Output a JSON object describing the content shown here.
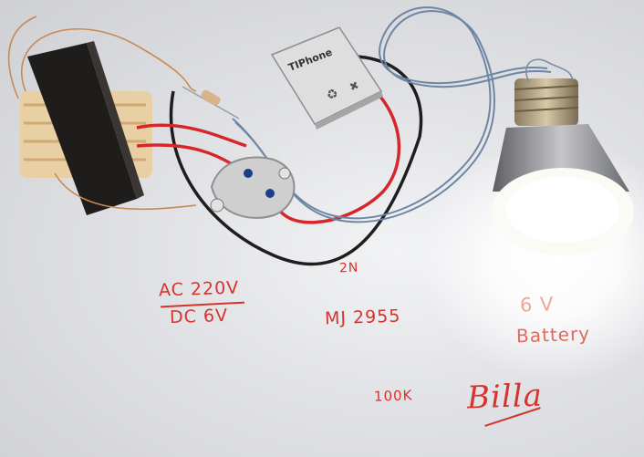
{
  "photo": {
    "battery_brand": "TIPhone",
    "annotations": {
      "ac_label": "AC 220V",
      "dc_label": "DC 6V",
      "n_label": "2N",
      "transistor_label": "MJ 2955",
      "volt_label": "6 V",
      "battery_label": "Battery",
      "resistor_label": "100K",
      "signature": "Billa"
    }
  },
  "colors": {
    "ink": "#d8322e",
    "wire_red": "#d6262a",
    "wire_black": "#1e1e1e",
    "wire_blue": "#6e86a4",
    "copper": "#c78a55",
    "transformer_core": "#1f1d1c",
    "bobbin": "#e9cfa4"
  }
}
